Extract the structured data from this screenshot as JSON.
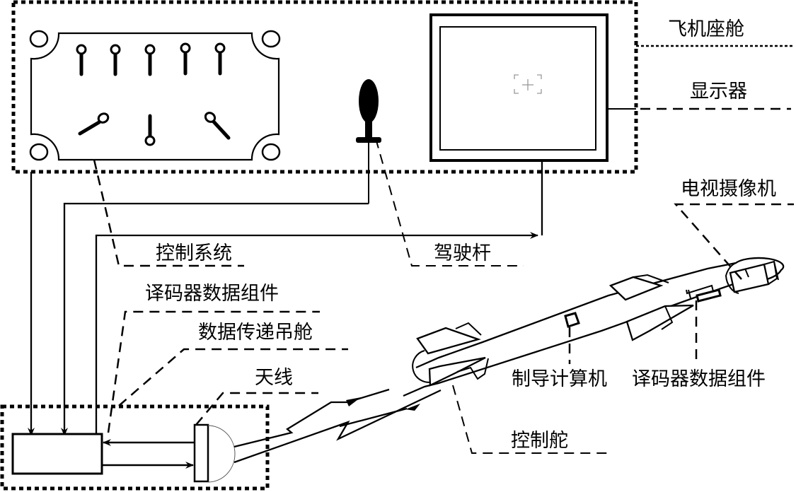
{
  "diagram": {
    "title": "TV-guided missile data link system",
    "colors": {
      "line": "#000000",
      "background": "#ffffff",
      "reticle": "#999999"
    },
    "labels": {
      "cockpit": "飞机座舱",
      "display": "显示器",
      "tv_camera": "电视摄像机",
      "control_system": "控制系统",
      "joystick": "驾驶杆",
      "decoder_data_unit_pod": "译码器数据组件",
      "data_link_pod": "数据传递吊舱",
      "antenna": "天线",
      "guidance_computer": "制导计算机",
      "decoder_data_unit_missile": "译码器数据组件",
      "control_fin": "控制舵"
    },
    "reticle_symbol": "+",
    "panel": {
      "upper_switches": 5,
      "lower_switches": 3
    }
  }
}
